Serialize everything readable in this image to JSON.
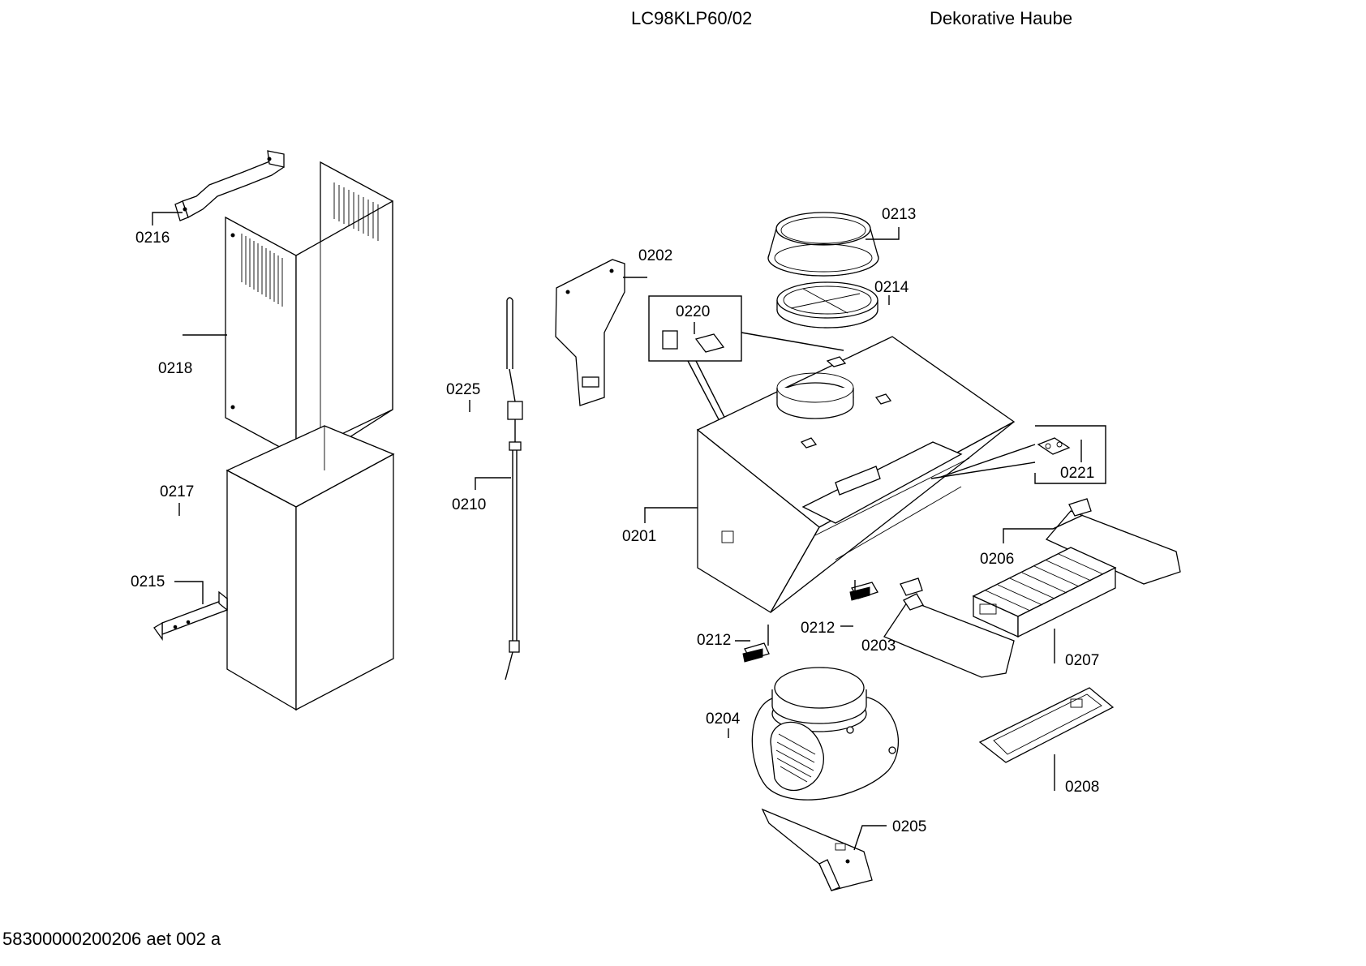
{
  "header": {
    "model": "LC98KLP60/02",
    "title": "Dekorative Haube"
  },
  "footer": {
    "code": "58300000200206 aet 002 a"
  },
  "callouts": {
    "c0201": "0201",
    "c0202": "0202",
    "c0203": "0203",
    "c0204": "0204",
    "c0205": "0205",
    "c0206": "0206",
    "c0207": "0207",
    "c0208": "0208",
    "c0210": "0210",
    "c0212a": "0212",
    "c0212b": "0212",
    "c0213": "0213",
    "c0214": "0214",
    "c0215": "0215",
    "c0216": "0216",
    "c0217": "0217",
    "c0218": "0218",
    "c0220": "0220",
    "c0221": "0221",
    "c0225": "0225"
  }
}
